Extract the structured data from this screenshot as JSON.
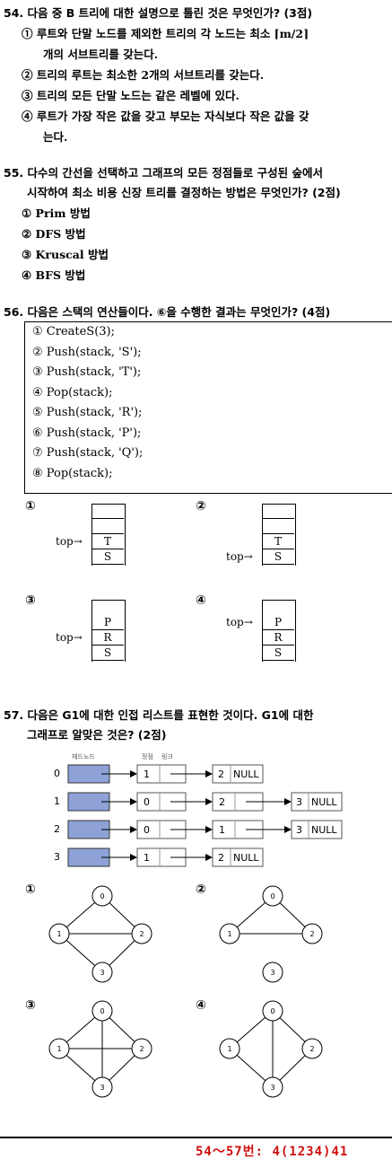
{
  "q54": {
    "title": "54. 다음 중 B 트리에 대한 설명으로 틀린 것은 무엇인가? (3점)",
    "options": [
      "① 루트와 단말 노드를 제외한 트리의 각 노드는 최소 ⌈m/2⌉",
      "개의 서브트리를 갖는다.",
      "② 트리의 루트는 최소한 2개의 서브트리를 갖는다.",
      "③ 트리의 모든 단말 노드는 같은 레벨에 있다.",
      "④ 루트가 가장 작은 값을 갖고 부모는 자식보다 작은 값을 갖",
      "는다."
    ]
  },
  "q55": {
    "title": "55. 다수의 간선을 선택하고 그래프의 모든 정점들로 구성된 숲에서",
    "title2": "시작하여 최소 비용 신장 트리를 결정하는 방법은 무엇인가? (2점)",
    "options": [
      "① Prim 방법",
      "② DFS 방법",
      "③ Kruscal 방법",
      "④ BFS 방법"
    ]
  },
  "q56": {
    "title": "56. 다음은 스택의 연산들이다. ⑥을 수행한 결과는 무엇인가? (4점)",
    "ops": [
      "① CreateS(3);",
      "② Push(stack, 'S');",
      "③ Push(stack, 'T');",
      "④ Pop(stack);",
      "⑤ Push(stack, 'R');",
      "⑥ Push(stack, 'P');",
      "⑦ Push(stack, 'Q');",
      "⑧ Pop(stack);"
    ],
    "marks": [
      "①",
      "②",
      "③",
      "④"
    ],
    "top_label": "top→",
    "stacks": [
      [
        "",
        "",
        "T",
        "S"
      ],
      [
        "",
        "",
        "T",
        "S"
      ],
      [
        "P",
        "R",
        "S"
      ],
      [
        "P",
        "R",
        "S"
      ]
    ]
  },
  "q57": {
    "title": "57. 다음은 G1에 대한 인접 리스트를 표현한 것이다. G1에 대한",
    "title2": "그래프로 알맞은 것은? (2점)",
    "col_head": "헤드노드",
    "col_vertex": "정점",
    "col_link": "링크",
    "rows": [
      "0",
      "1",
      "2",
      "3"
    ],
    "cells": {
      "r0": [
        "1",
        "2"
      ],
      "r1": [
        "0",
        "2",
        "3"
      ],
      "r2": [
        "0",
        "1",
        "3"
      ],
      "r3": [
        "1",
        "2"
      ]
    },
    "null": "NULL",
    "marks": [
      "①",
      "②",
      "③",
      "④"
    ],
    "nodes": [
      "0",
      "1",
      "2",
      "3"
    ]
  },
  "answer": "54～57번: 4(1234)41"
}
